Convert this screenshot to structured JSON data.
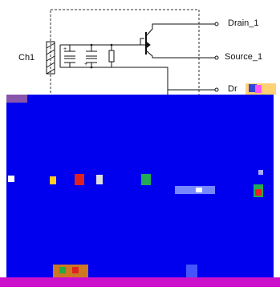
{
  "labels": {
    "channel": "Ch1",
    "drain_1": "Drain_1",
    "source_1": "Source_1",
    "drain_2_partial": "Dr"
  },
  "colors": {
    "line": "#111111",
    "overlay_blue": "#0000ee",
    "overlay_magenta": "#cc11cc",
    "artifact_red": "#ff2222",
    "artifact_green": "#229922",
    "artifact_white": "#ffffff"
  }
}
